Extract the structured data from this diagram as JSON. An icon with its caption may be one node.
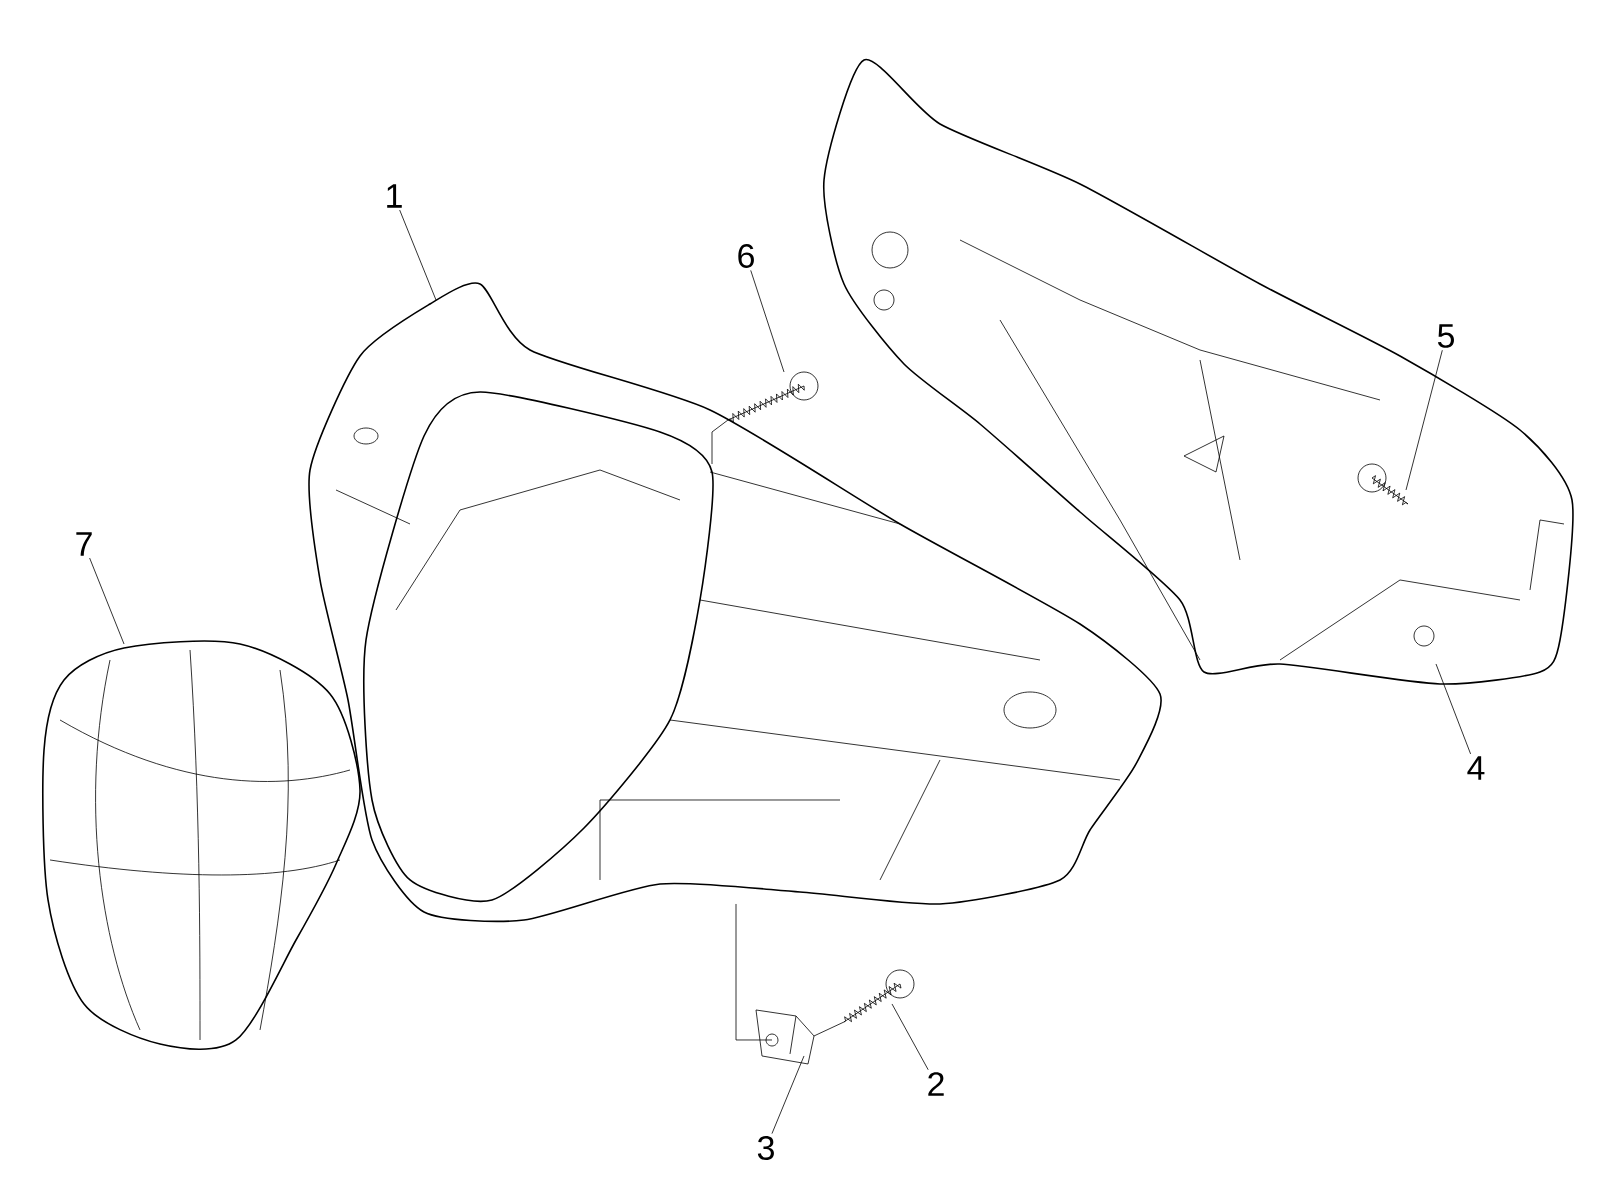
{
  "diagram": {
    "nodes": [
      {
        "text": [
          "1"
        ]
      },
      {
        "text": [
          "2"
        ]
      },
      {
        "text": [
          "3"
        ]
      },
      {
        "text": [
          "4"
        ]
      },
      {
        "text": [
          "5"
        ]
      },
      {
        "text": [
          "6"
        ]
      },
      {
        "text": [
          "7"
        ]
      },
      {
        "text": [],
        "shape": "picture"
      },
      {
        "text": [],
        "shape": "picture"
      },
      {
        "text": [],
        "shape": "picture"
      },
      {
        "text": [],
        "shape": "picture"
      },
      {
        "text": [],
        "shape": "picture",
        "in": 10
      },
      {
        "text": [],
        "shape": "picture"
      },
      {
        "text": [],
        "shape": "picture"
      }
    ],
    "edges": [
      {
        "from": 0,
        "to": 7,
        "arrow": "none"
      },
      {
        "from": 1,
        "to": 8,
        "arrow": "none"
      },
      {
        "from": 2,
        "to": 9,
        "arrow": "none"
      },
      {
        "from": 3,
        "to": 10,
        "arrow": "none"
      },
      {
        "from": 4,
        "to": 11,
        "arrow": "none"
      },
      {
        "from": 5,
        "to": 12,
        "arrow": "none"
      },
      {
        "from": 6,
        "to": 13,
        "arrow": "none"
      },
      {
        "from": 12,
        "to": 7,
        "arrow": "none"
      },
      {
        "from": 8,
        "to": 9,
        "arrow": "none"
      },
      {
        "from": 9,
        "to": 7,
        "arrow": "none"
      }
    ]
  }
}
